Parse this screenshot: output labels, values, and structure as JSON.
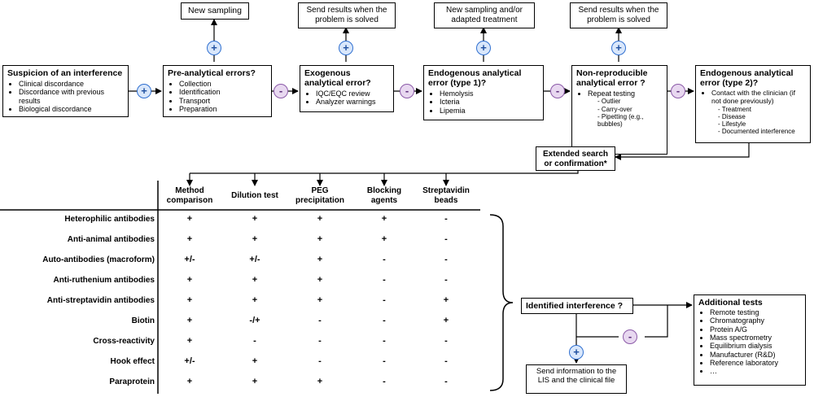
{
  "top_boxes": {
    "new_sampling": "New sampling",
    "send_results_1": "Send results when the problem is solved",
    "new_sampling_adapted": "New sampling and/or adapted treatment",
    "send_results_2": "Send results when the problem is solved"
  },
  "suspicion": {
    "title": "Suspicion of an interference",
    "items": [
      "Clinical discordance",
      "Discordance with previous results",
      "Biological discordance"
    ]
  },
  "preanalytical": {
    "title": "Pre-analytical errors?",
    "items": [
      "Collection",
      "Identification",
      "Transport",
      "Preparation"
    ]
  },
  "exogenous": {
    "title": "Exogenous analytical error?",
    "items": [
      "IQC/EQC review",
      "Analyzer warnings"
    ]
  },
  "endogenous1": {
    "title": "Endogenous analytical error (type 1)?",
    "items": [
      "Hemolysis",
      "Icteria",
      "Lipemia"
    ]
  },
  "nonreproducible": {
    "title": "Non-reproducible analytical error ?",
    "item": "Repeat testing",
    "sub": [
      "Outlier",
      "Carry-over",
      "Pipetting (e.g., bubbles)"
    ]
  },
  "endogenous2": {
    "title": "Endogenous analytical error (type 2)?",
    "item": "Contact with the clinician (if not done previously)",
    "sub": [
      "Treatment",
      "Disease",
      "Lifestyle",
      "Documented interference"
    ]
  },
  "extended": "Extended search or confirmation*",
  "symbols": {
    "plus": "+",
    "minus": "-"
  },
  "table": {
    "columns": [
      "Method comparison",
      "Dilution test",
      "PEG precipitation",
      "Blocking agents",
      "Streptavidin beads"
    ],
    "rows": [
      {
        "label": "Heterophilic antibodies",
        "cells": [
          "+",
          "+",
          "+",
          "+",
          "-"
        ]
      },
      {
        "label": "Anti-animal antibodies",
        "cells": [
          "+",
          "+",
          "+",
          "+",
          "-"
        ]
      },
      {
        "label": "Auto-antibodies (macroform)",
        "cells": [
          "+/-",
          "+/-",
          "+",
          "-",
          "-"
        ]
      },
      {
        "label": "Anti-ruthenium antibodies",
        "cells": [
          "+",
          "+",
          "+",
          "-",
          "-"
        ]
      },
      {
        "label": "Anti-streptavidin antibodies",
        "cells": [
          "+",
          "+",
          "+",
          "-",
          "+"
        ]
      },
      {
        "label": "Biotin",
        "cells": [
          "+",
          "-/+",
          "-",
          "-",
          "+"
        ]
      },
      {
        "label": "Cross-reactivity",
        "cells": [
          "+",
          "-",
          "-",
          "-",
          "-"
        ]
      },
      {
        "label": "Hook effect",
        "cells": [
          "+/-",
          "+",
          "-",
          "-",
          "-"
        ]
      },
      {
        "label": "Paraprotein",
        "cells": [
          "+",
          "+",
          "+",
          "-",
          "-"
        ]
      }
    ]
  },
  "identified": "Identified interference ?",
  "send_info": "Send information to the LIS and the clinical file",
  "additional": {
    "title": "Additional tests",
    "items": [
      "Remote testing",
      "Chromatography",
      "Protein A/G",
      "Mass spectrometry",
      "Equilibrium dialysis",
      "Manufacturer (R&D)",
      "Reference laboratory",
      "…"
    ]
  }
}
